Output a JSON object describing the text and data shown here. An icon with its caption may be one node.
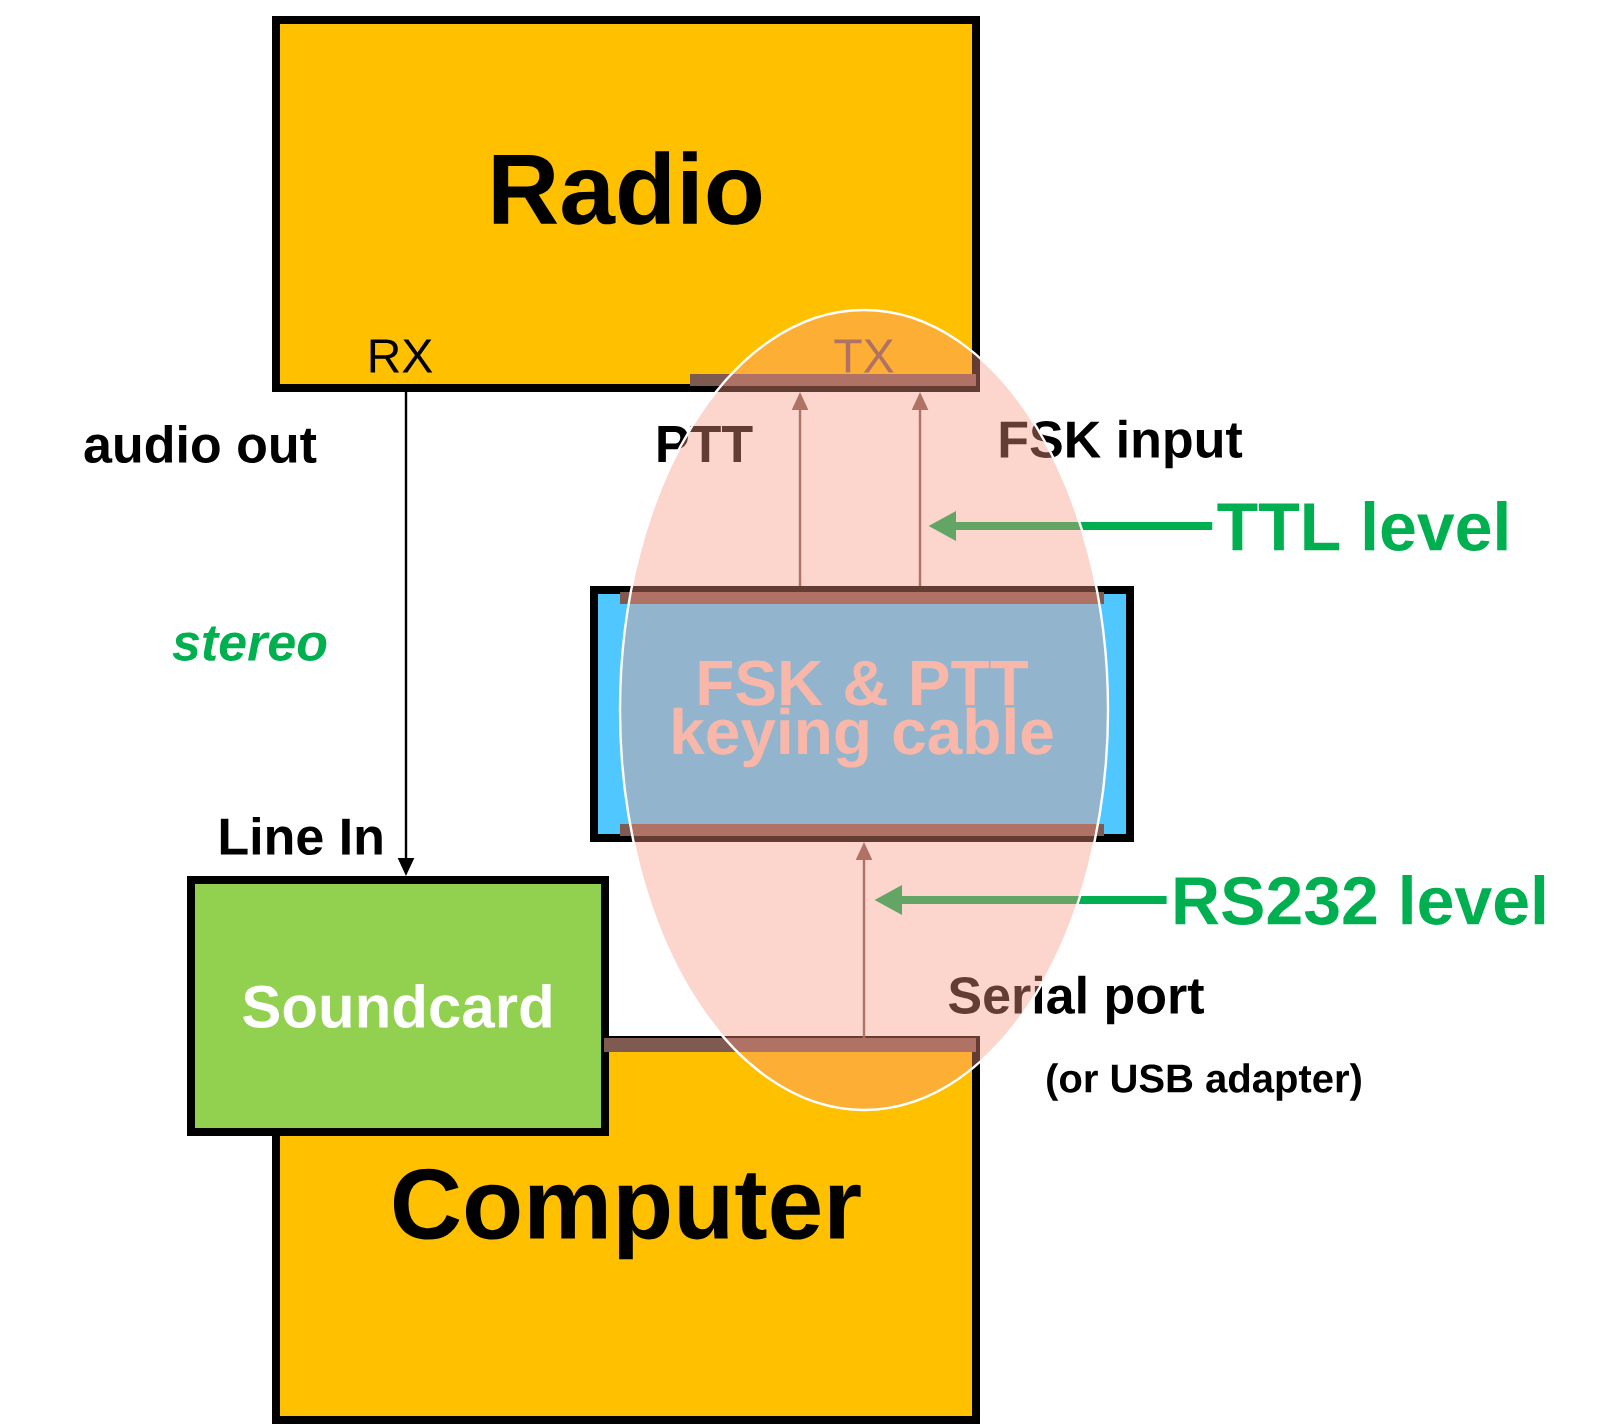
{
  "diagram": {
    "nodes": [
      {
        "text": [
          "Radio",
          "RX",
          "TX"
        ]
      },
      {
        "text": [
          "Computer"
        ]
      },
      {
        "text": [
          "Soundcard"
        ],
        "beside": [
          "Line In"
        ]
      },
      {
        "text": [
          "FSK & PTT keying cable"
        ]
      },
      {
        "text": [
          "TTL level"
        ]
      },
      {
        "text": [
          "RS232 level"
        ]
      }
    ],
    "edges": [
      {
        "from": 0,
        "to": 2,
        "arrow": "to",
        "label": "stereo",
        "color": "#000000"
      },
      {
        "from": 3,
        "to": 0,
        "arrow": "to"
      },
      {
        "from": 3,
        "to": 0,
        "arrow": "to"
      },
      {
        "from": 1,
        "to": 3,
        "arrow": "to"
      },
      {
        "from": 4,
        "to": null,
        "arrow": "to",
        "style": "thick",
        "color": "#00b050"
      },
      {
        "from": 5,
        "to": null,
        "arrow": "to",
        "style": "thick",
        "color": "#00b050"
      }
    ],
    "labels": [
      "audio out",
      "PTT",
      "FSK input",
      "Serial port",
      "(or USB adapter)"
    ]
  }
}
